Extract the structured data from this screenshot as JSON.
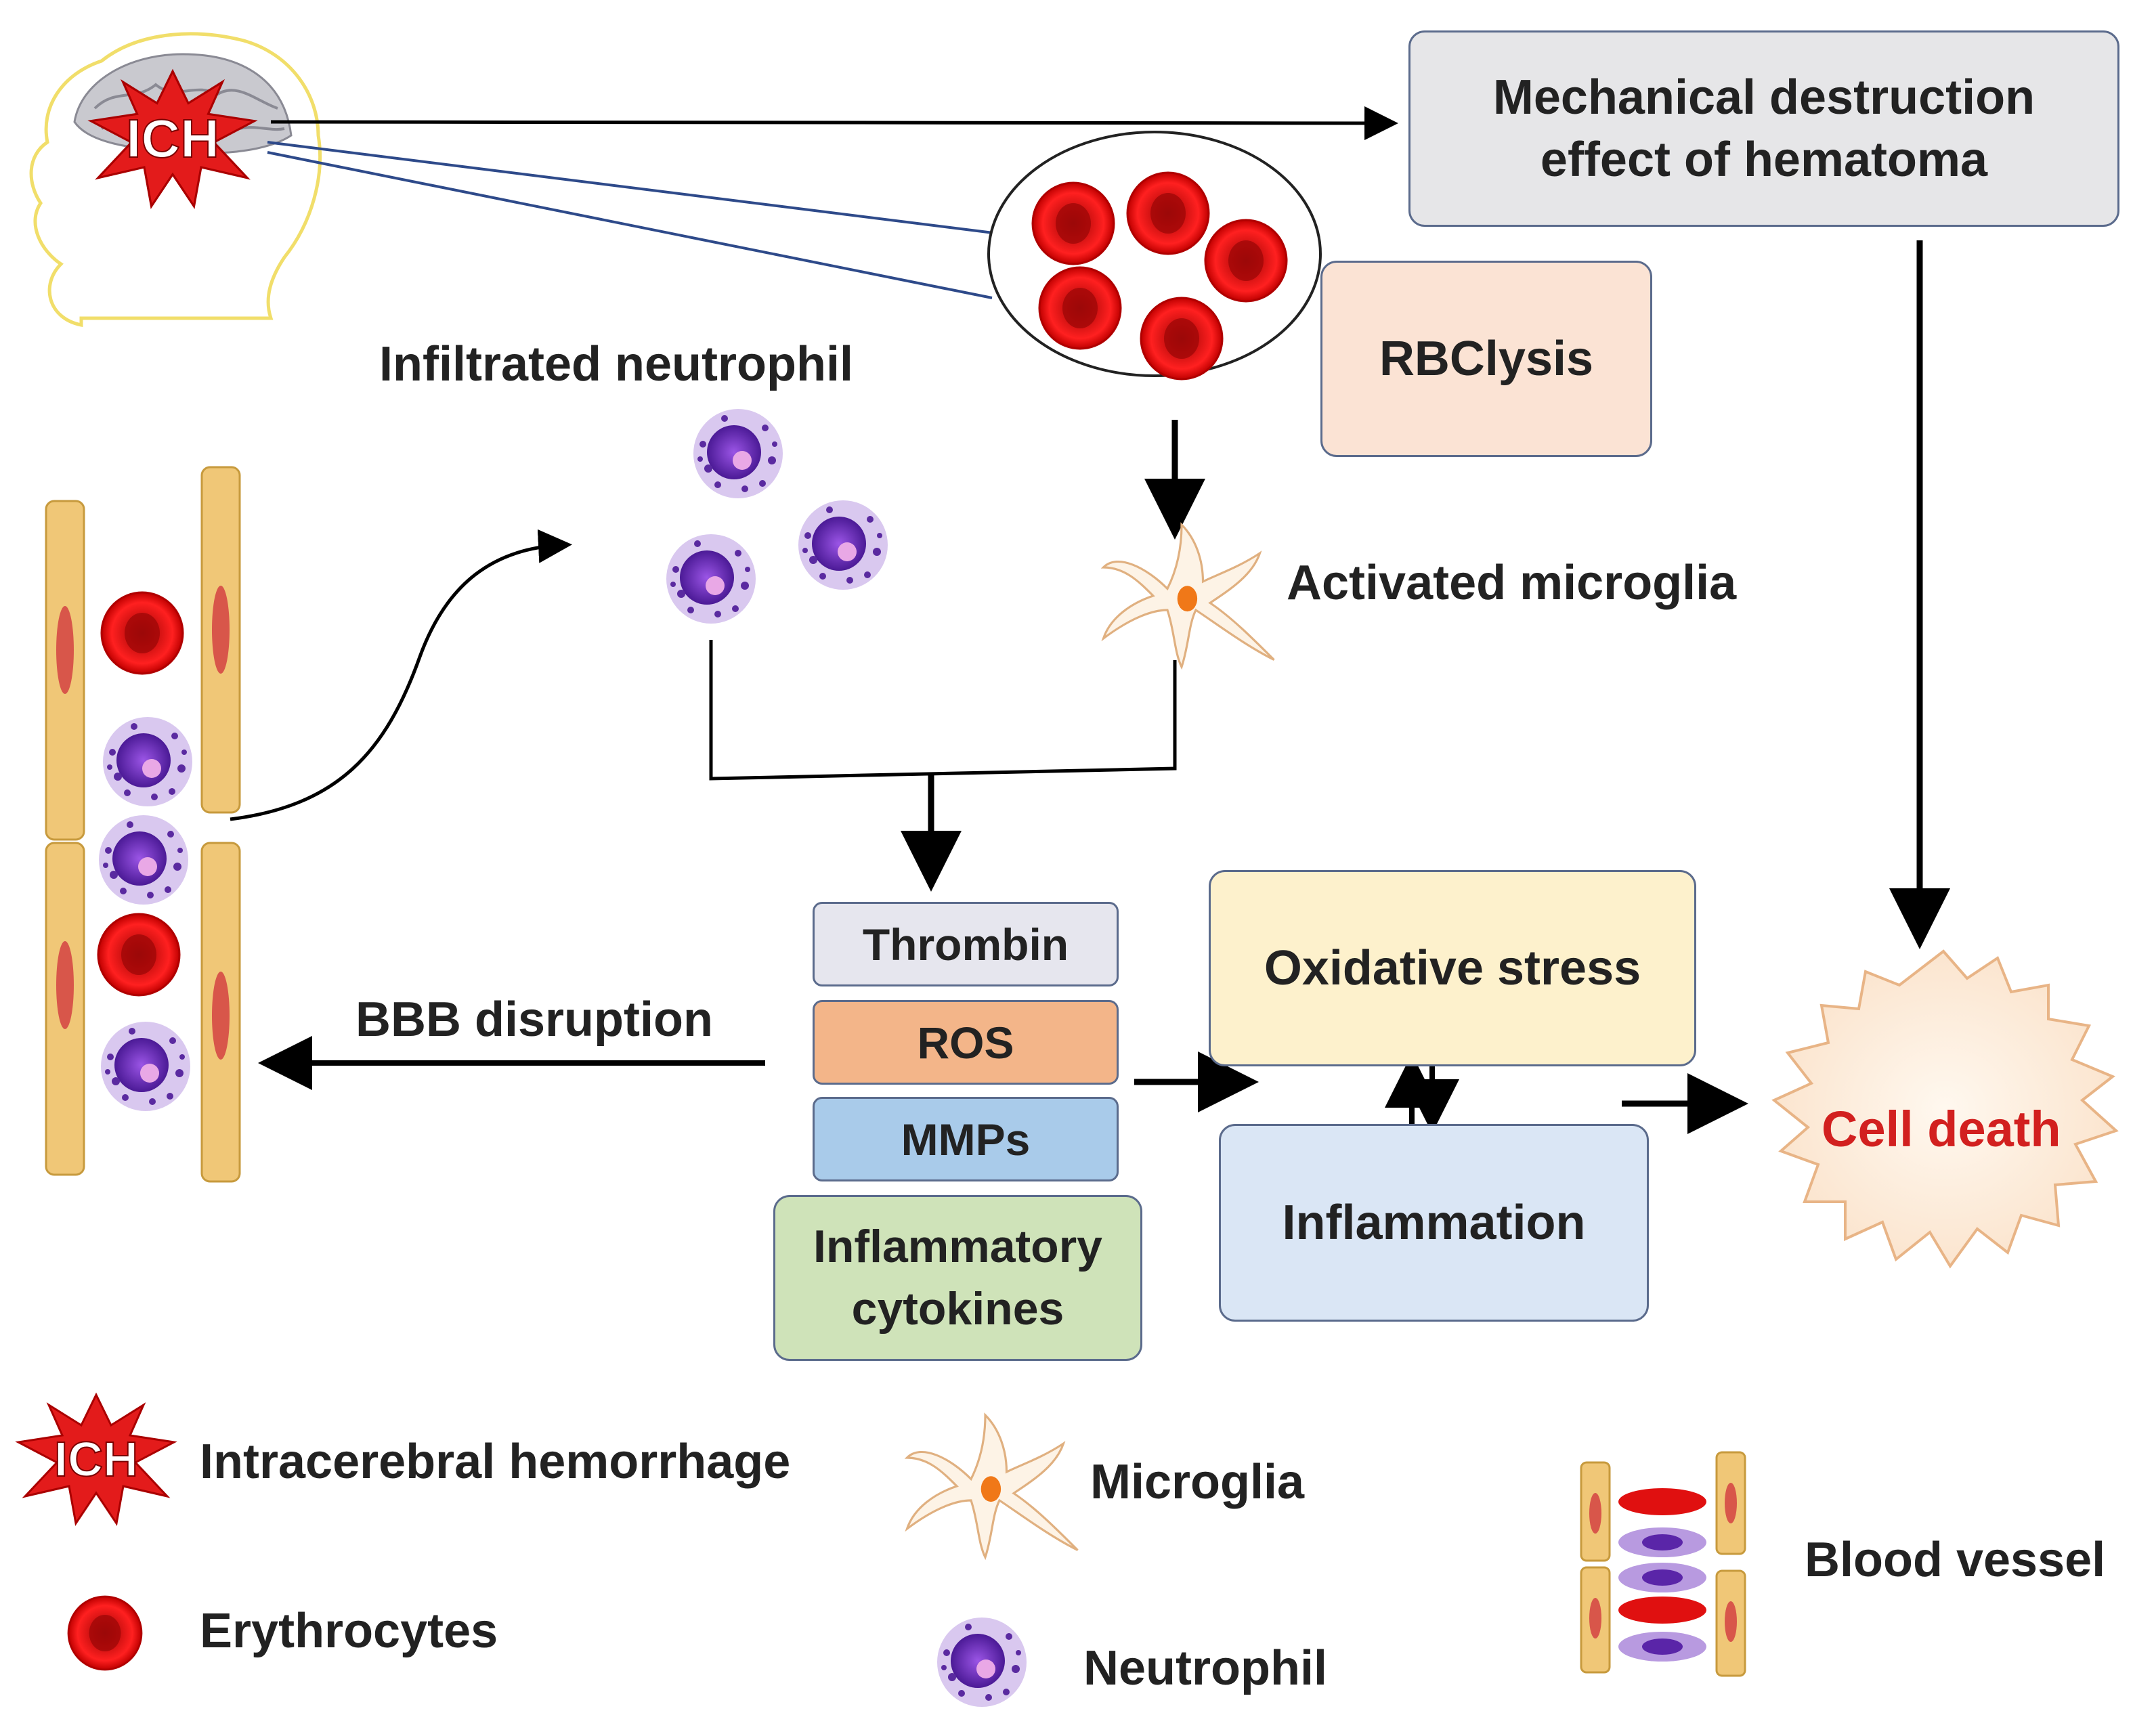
{
  "boxes": {
    "mechanical": "Mechanical destruction\neffect of hematoma",
    "rbclysis": "RBClysis",
    "thrombin": "Thrombin",
    "ros": "ROS",
    "mmps": "MMPs",
    "inflammatory_cytokines": "Inflammatory\ncytokines",
    "oxidative_stress": "Oxidative stress",
    "inflammation": "Inflammation",
    "cell_death": "Cell death"
  },
  "labels": {
    "ich_badge": "ICH",
    "infiltrated_neutrophil": "Infiltrated neutrophil",
    "activated_microglia": "Activated microglia",
    "bbb_disruption": "BBB disruption"
  },
  "legend": {
    "ich_badge": "ICH",
    "intracerebral_hemorrhage": "Intracerebral hemorrhage",
    "erythrocytes": "Erythrocytes",
    "microglia": "Microglia",
    "neutrophil": "Neutrophil",
    "blood_vessel": "Blood vessel"
  },
  "colors": {
    "mechanical": "#e6e6e8",
    "rbclysis": "#fbe3d4",
    "thrombin": "#e6e6ee",
    "ros": "#f3b589",
    "mmps": "#a9cbea",
    "inflammatory_cytokines": "#cfe3b9",
    "oxidative_stress": "#fdf1cc",
    "inflammation": "#dae6f5",
    "cell_death_text": "#d2201f",
    "erythrocyte": "#e01010",
    "neutrophil": "#6a2bb0",
    "vessel": "#f0c777"
  }
}
